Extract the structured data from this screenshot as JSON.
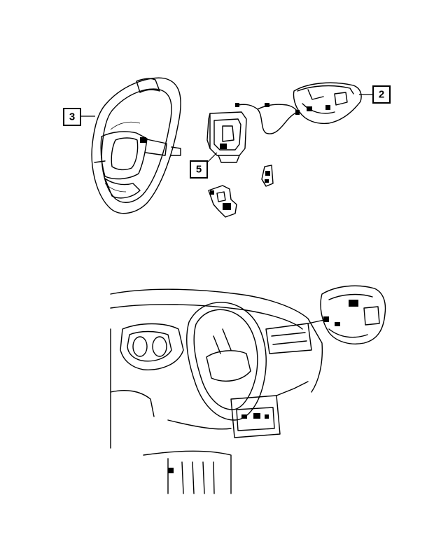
{
  "callouts": [
    {
      "id": "callout-2",
      "label": "2"
    },
    {
      "id": "callout-3",
      "label": "3"
    },
    {
      "id": "callout-5",
      "label": "5"
    }
  ],
  "colors": {
    "line": "#000000",
    "background": "#ffffff"
  }
}
